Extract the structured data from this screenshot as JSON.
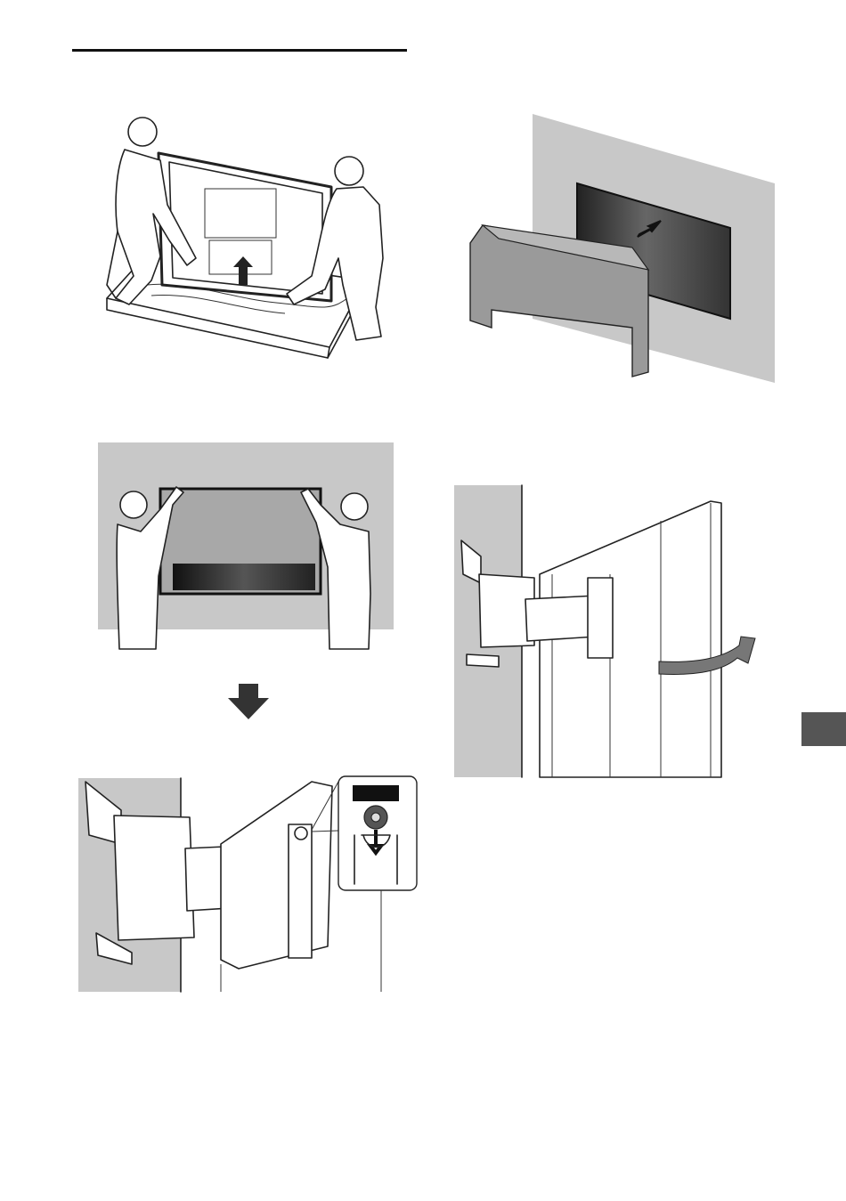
{
  "page": {
    "background": "#ffffff",
    "section_tab_color": "#555555",
    "wall_color": "#c8c8c8"
  },
  "figures": [
    {
      "id": "fig-unpack",
      "icon": "two-people-lifting-tv-from-box"
    },
    {
      "id": "fig-cover",
      "icon": "protective-cover-on-wall-tv"
    },
    {
      "id": "fig-hang",
      "icon": "two-people-hanging-tv-on-wall"
    },
    {
      "id": "fig-bracket",
      "icon": "wall-bracket-hook-detail"
    },
    {
      "id": "fig-swivel",
      "icon": "tv-swivel-on-arm"
    }
  ]
}
